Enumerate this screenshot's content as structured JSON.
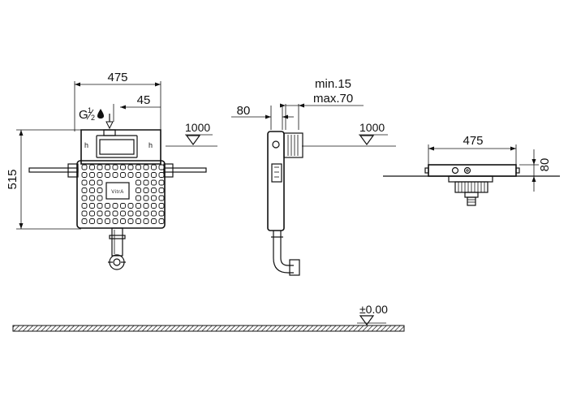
{
  "front_view": {
    "width_label": "475",
    "offset_label": "45",
    "height_label": "515",
    "thread_label": "G",
    "thread_fraction_num": "1",
    "thread_fraction_den": "2",
    "level_label": "1000",
    "brand_label": "VitrA"
  },
  "side_view": {
    "depth_label": "80",
    "min_label": "min.15",
    "max_label": "max.70",
    "level_label": "1000"
  },
  "top_view": {
    "width_label": "475",
    "depth_label": "80"
  },
  "floor": {
    "level_label": "±0.00"
  }
}
